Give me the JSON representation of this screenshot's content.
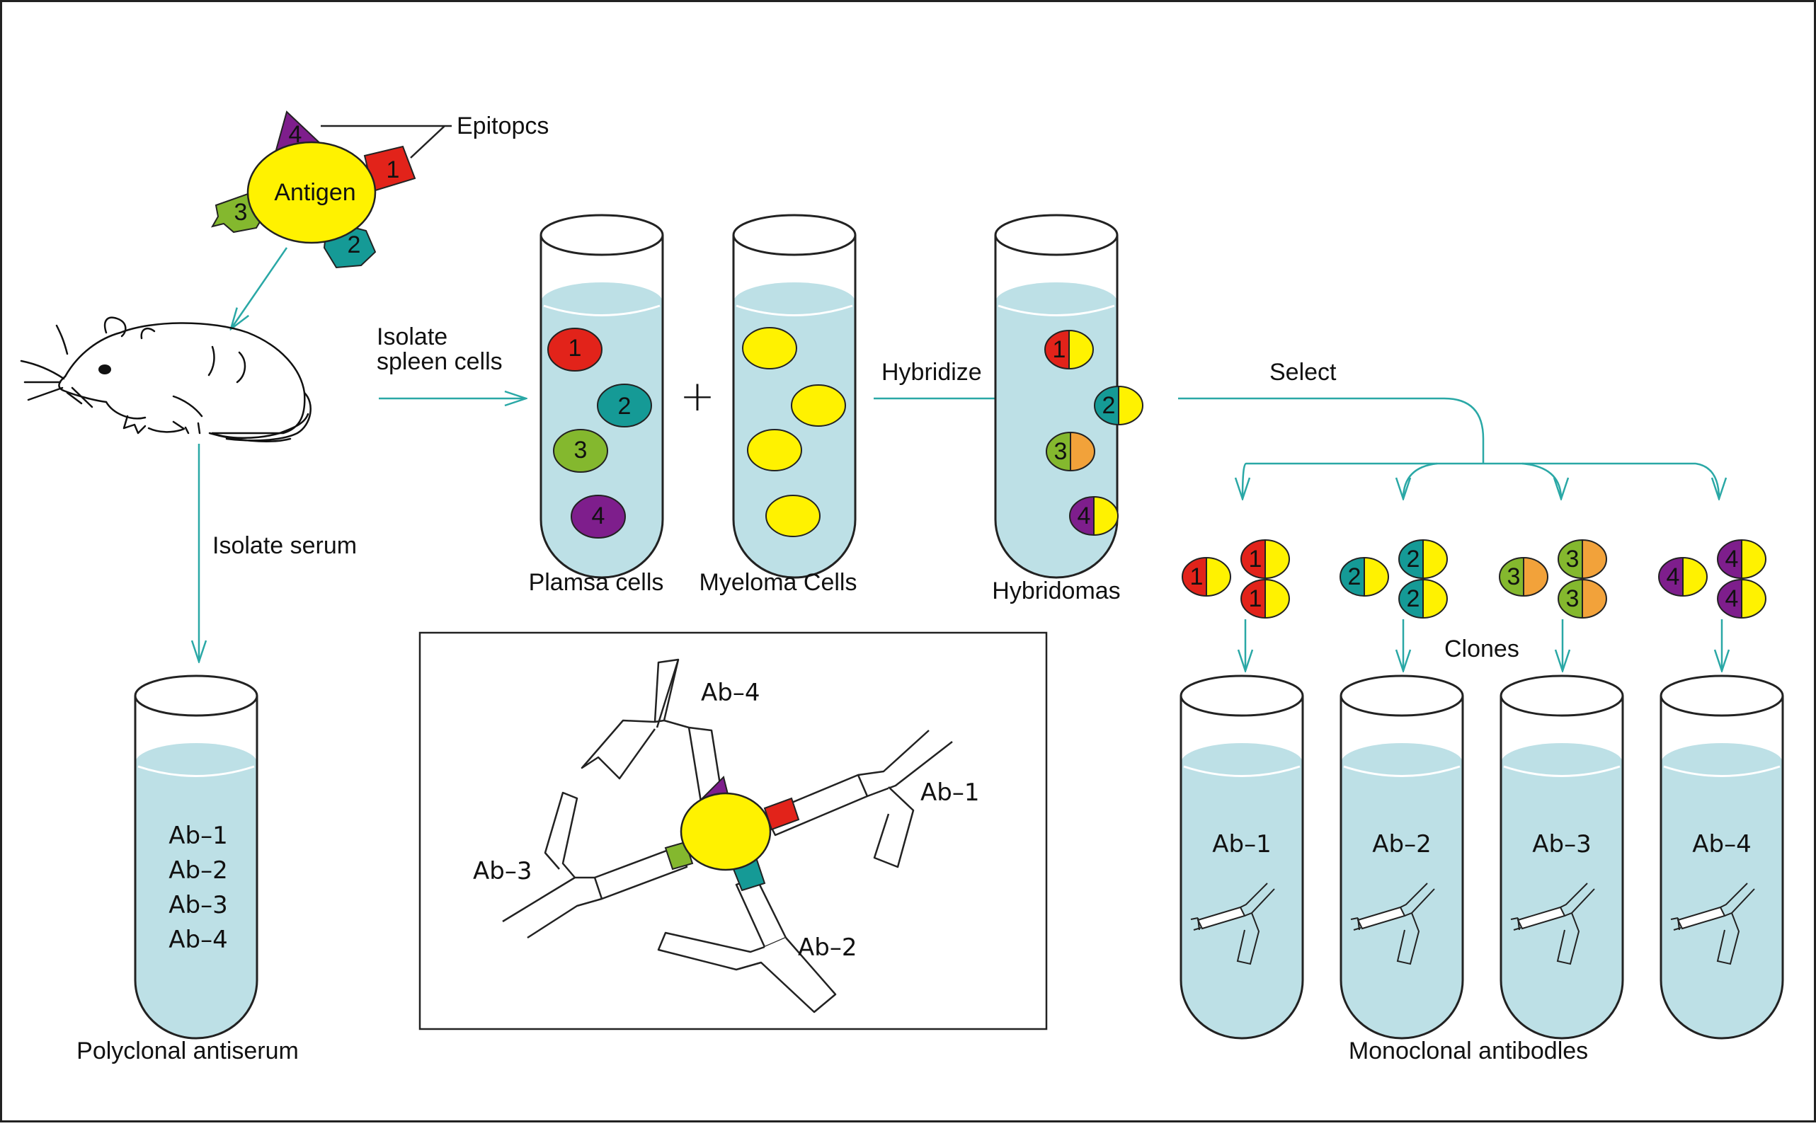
{
  "colors": {
    "teal_arrow": "#2aa8a6",
    "liquid": "#bde0e6",
    "yellow": "#fff200",
    "red": "#e2231a",
    "teal": "#159a96",
    "green": "#84b82e",
    "purple": "#7e1e8c",
    "orange": "#f2a23a"
  },
  "antigen": {
    "label": "Antigen",
    "epitopes_label": "Epitopcs",
    "epitope_numbers": [
      "1",
      "2",
      "3",
      "4"
    ]
  },
  "steps": {
    "isolate_spleen": [
      "Isolate",
      "spleen cells"
    ],
    "isolate_serum": "Isolate serum",
    "hybridize": "Hybridize",
    "select": "Select",
    "clones": "Clones",
    "plus": "+"
  },
  "tubes": {
    "plasma": {
      "caption": "Plamsa cells",
      "cells": [
        "1",
        "2",
        "3",
        "4"
      ]
    },
    "myeloma": {
      "caption": "Myeloma Cells"
    },
    "hybridomas": {
      "caption": "Hybridomas",
      "cells": [
        "1",
        "2",
        "3",
        "4"
      ]
    },
    "polyclonal": {
      "caption": "Polyclonal antiserum",
      "contents": [
        "Ab–1",
        "Ab–2",
        "Ab–3",
        "Ab–4"
      ]
    },
    "monoclonal": {
      "caption": "Monoclonal antibodles",
      "labels": [
        "Ab–1",
        "Ab–2",
        "Ab–3",
        "Ab–4"
      ]
    }
  },
  "inset": {
    "labels": [
      "Ab–4",
      "Ab–1",
      "Ab–3",
      "Ab–2"
    ]
  }
}
